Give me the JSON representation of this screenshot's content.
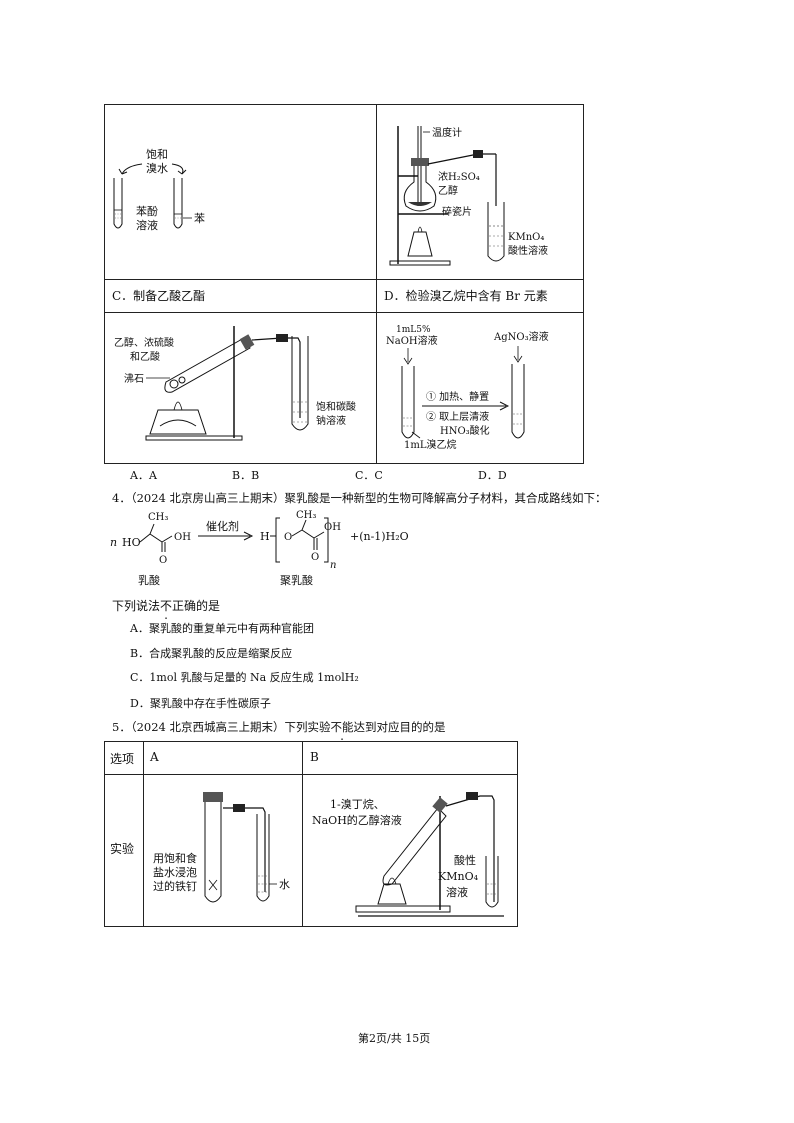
{
  "table1": {
    "c_top": {
      "label_saturated": "饱和",
      "label_bromine_water": "溴水",
      "tube_left": "苯酚\n溶液",
      "tube_left_l1": "苯酚",
      "tube_left_l2": "溶液",
      "tube_right": "苯"
    },
    "d_top": {
      "thermometer": "温度计",
      "acid": "浓H₂SO₄",
      "ethanol": "乙醇",
      "chips": "碎瓷片",
      "kmno4": "KMnO₄",
      "kmno4_sub": "酸性溶液"
    },
    "row_c_title": "C．制备乙酸乙酯",
    "row_d_title": "D．检验溴乙烷中含有 Br 元素",
    "c_bottom": {
      "reagent_l1": "乙醇、浓硫酸",
      "reagent_l2": "和乙酸",
      "boiling_chips": "沸石",
      "sat_l1": "饱和碳酸",
      "sat_l2": "钠溶液"
    },
    "d_bottom": {
      "naoh_l1": "1mL5%",
      "naoh_l2": "NaOH溶液",
      "agno3": "AgNO₃溶液",
      "step1": "① 加热、静置",
      "step2": "② 取上层清液",
      "step2b": "HNO₃酸化",
      "bromoethane": "1mL溴乙烷"
    }
  },
  "q3_options": [
    "A．A",
    "B．B",
    "C．C",
    "D．D"
  ],
  "q4": {
    "stem": "4．（2024 北京房山高三上期末）聚乳酸是一种新型的生物可降解高分子材料，其合成路线如下：",
    "catalyst": "催化剂",
    "lactic_acid": "乳酸",
    "polylactic_acid": "聚乳酸",
    "byproduct": "+(n-1)H₂O",
    "question_pre": "下列说法",
    "question_not": "不",
    "question_post": "正确的是",
    "options": [
      "A．聚乳酸的重复单元中有两种官能团",
      "B．合成聚乳酸的反应是缩聚反应",
      "C．1mol 乳酸与足量的 Na 反应生成 1molH₂",
      "D．聚乳酸中存在手性碳原子"
    ]
  },
  "q5": {
    "stem_pre": "5．（2024 北京西城高三上期末）下列实验",
    "stem_not": "不能",
    "stem_post": "达到对应目的的是",
    "header": [
      "选项",
      "A",
      "B"
    ],
    "row_label": "实验",
    "a_label_l1": "用饱和食",
    "a_label_l2": "盐水浸泡",
    "a_label_l3": "过的铁钉",
    "a_water": "水",
    "b_label_l1": "1-溴丁烷、",
    "b_label_l2": "NaOH的乙醇溶液",
    "b_acid_l1": "酸性",
    "b_acid_l2": "KMnO₄",
    "b_acid_l3": "溶液"
  },
  "footer": "第2页/共 15页"
}
